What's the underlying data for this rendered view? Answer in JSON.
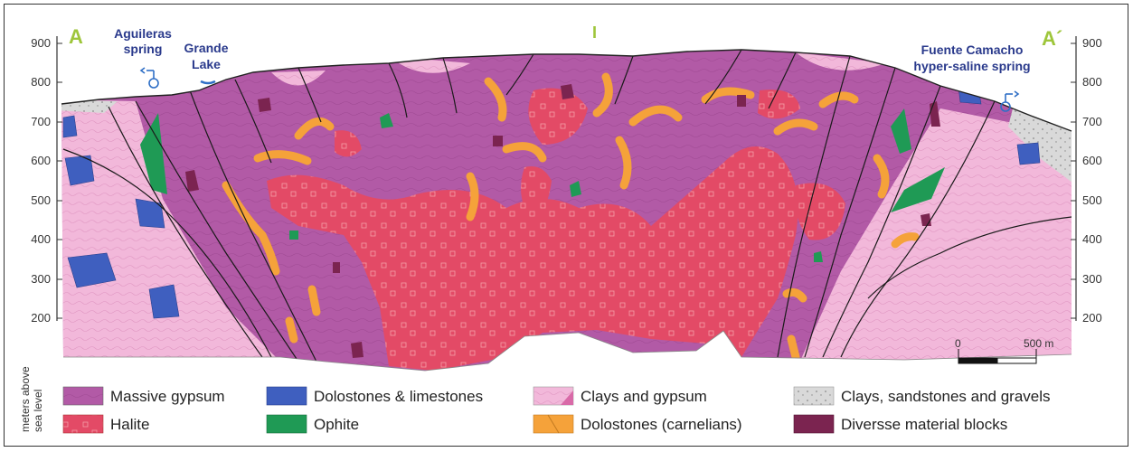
{
  "section": {
    "start_label": "A",
    "end_label": "A´",
    "mid_marker": "I"
  },
  "axis": {
    "ticks": [
      "900",
      "800",
      "700",
      "600",
      "500",
      "400",
      "300",
      "200"
    ],
    "unit_line1": "meters above",
    "unit_line2": "sea level"
  },
  "places": {
    "aguileras_line1": "Aguileras",
    "aguileras_line2": "spring",
    "grande_line1": "Grande",
    "grande_line2": "Lake",
    "fuente_line1": "Fuente Camacho",
    "fuente_line2": "hyper-saline spring"
  },
  "scale": {
    "zero": "0",
    "length": "500 m"
  },
  "legend": [
    {
      "label": "Massive gypsum",
      "color": "#b25aa6"
    },
    {
      "label": "Dolostones & limestones",
      "color": "#3f5fbf"
    },
    {
      "label": "Clays and gypsum",
      "color": "#f2b8da"
    },
    {
      "label": "Clays, sandstones and gravels",
      "color": "#d9d9d9"
    },
    {
      "label": "Halite",
      "color": "#e34a66"
    },
    {
      "label": "Ophite",
      "color": "#1f9a55"
    },
    {
      "label": "Dolostones (carnelians)",
      "color": "#f5a23a"
    },
    {
      "label": "Diversse material blocks",
      "color": "#7b2450"
    }
  ],
  "colors": {
    "gypsum": "#b25aa6",
    "halite": "#e34a66",
    "clays_gypsum": "#f2b8da",
    "dolostone": "#3f5fbf",
    "ophite": "#1f9a55",
    "carnelian": "#f5a23a",
    "blocks": "#7b2450",
    "gravels": "#d9d9d9"
  }
}
